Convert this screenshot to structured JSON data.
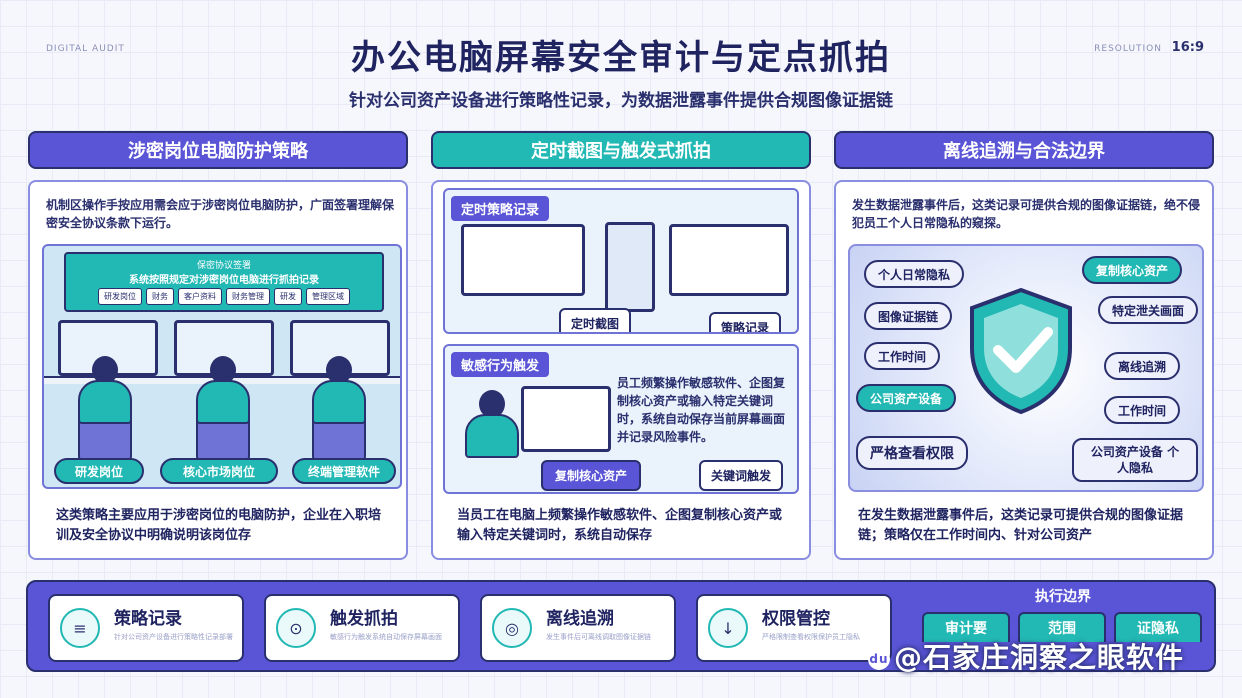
{
  "header": {
    "corner_left": "DIGITAL AUDIT",
    "corner_right": "RESOLUTION",
    "corner_num": "16:9",
    "title": "办公电脑屏幕安全审计与定点抓拍",
    "subtitle": "针对公司资产设备进行策略性记录，为数据泄露事件提供合规图像证据链"
  },
  "columns": [
    {
      "heading": "涉密岗位电脑防护策略",
      "intro": "机制区操作手按应用需会应于涉密岗位电脑防护，广面签署理解保密安全协议条款下运行。",
      "banner_lines": [
        "保密协议签署",
        "系统按照规定对涉密岗位电脑进行抓拍记录"
      ],
      "banner_tags": [
        "研发岗位",
        "财务",
        "客户资料",
        "财务管理",
        "研发",
        "管理区域"
      ],
      "pills": [
        "研发岗位",
        "核心市场岗位",
        "终端管理软件"
      ],
      "footer": "这类策略主要应用于涉密岗位的电脑防护，企业在入职培训及安全协议中明确说明该岗位存"
    },
    {
      "heading": "定时截图与触发式抓拍",
      "box1_label": "定时策略记录",
      "box1_tag_a": "定时截图",
      "box1_tag_b": "策略记录",
      "box2_label": "敏感行为触发",
      "box2_text": "员工频繁操作敏感软件、企图复制核心资产或输入特定关键词时，系统自动保存当前屏幕画面并记录风险事件。",
      "box2_tag_a": "复制核心资产",
      "box2_tag_b": "关键词触发",
      "footer": "当员工在电脑上频繁操作敏感软件、企图复制核心资产或输入特定关键词时，系统自动保存"
    },
    {
      "heading": "离线追溯与合法边界",
      "intro": "发生数据泄露事件后，这类记录可提供合规的图像证据链，绝不侵犯员工个人日常隐私的窥探。",
      "chips": [
        "个人日常隐私",
        "复制核心资产",
        "图像证据链",
        "特定泄关画面",
        "工作时间",
        "离线追溯",
        "公司资产设备",
        "工作时间",
        "严格查看权限",
        "公司资产设备 个人隐私"
      ],
      "footer": "在发生数据泄露事件后，这类记录可提供合规的图像证据链；策略仅在工作时间内、针对公司资产"
    }
  ],
  "bottom": {
    "cards": [
      {
        "icon": "≡",
        "title": "策略记录",
        "sub": "针对公司资产设备进行策略性记录部署"
      },
      {
        "icon": "⊙",
        "title": "触发抓拍",
        "sub": "敏感行为触发系统自动保存屏幕画面"
      },
      {
        "icon": "◎",
        "title": "离线追溯",
        "sub": "发生事件后可离线调取图像证据链"
      },
      {
        "icon": "↓",
        "title": "权限管控",
        "sub": "严格限制查看权限保护员工隐私"
      }
    ],
    "exec_title": "执行边界",
    "exec_tabs": [
      "审计要",
      "范围",
      "证隐私"
    ]
  },
  "watermark": "@石家庄洞察之眼软件",
  "watermark_logo": "du",
  "colors": {
    "primary": "#5a55d6",
    "accent": "#22b8b4",
    "ink": "#1f2360"
  }
}
